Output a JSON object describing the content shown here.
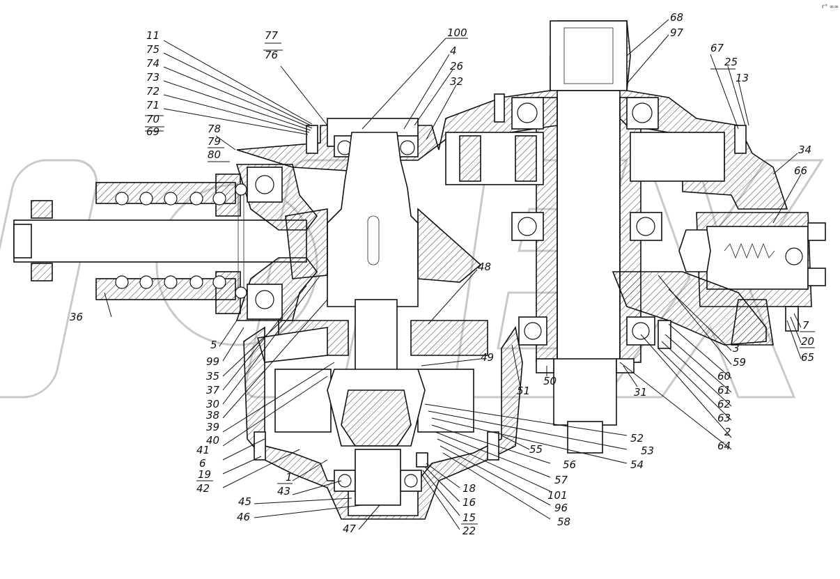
{
  "corner_mark": "г° ∞∞",
  "watermark": "ОРЕХ",
  "callouts": [
    {
      "id": "11",
      "text": "11"
    },
    {
      "id": "75",
      "text": "75"
    },
    {
      "id": "74",
      "text": "74"
    },
    {
      "id": "73",
      "text": "73"
    },
    {
      "id": "72",
      "text": "72"
    },
    {
      "id": "71",
      "text": "71"
    },
    {
      "id": "70",
      "text": "70"
    },
    {
      "id": "69",
      "text": "69"
    },
    {
      "id": "78",
      "text": "78"
    },
    {
      "id": "79",
      "text": "79"
    },
    {
      "id": "80",
      "text": "80"
    },
    {
      "id": "77",
      "text": "77"
    },
    {
      "id": "76",
      "text": "76"
    },
    {
      "id": "100",
      "text": "100"
    },
    {
      "id": "4",
      "text": "4"
    },
    {
      "id": "26",
      "text": "26"
    },
    {
      "id": "32",
      "text": "32"
    },
    {
      "id": "68",
      "text": "68"
    },
    {
      "id": "97",
      "text": "97"
    },
    {
      "id": "67",
      "text": "67"
    },
    {
      "id": "25",
      "text": "25"
    },
    {
      "id": "13",
      "text": "13"
    },
    {
      "id": "34",
      "text": "34"
    },
    {
      "id": "66",
      "text": "66"
    },
    {
      "id": "48",
      "text": "48"
    },
    {
      "id": "36",
      "text": "36"
    },
    {
      "id": "5",
      "text": "5"
    },
    {
      "id": "99",
      "text": "99"
    },
    {
      "id": "35",
      "text": "35"
    },
    {
      "id": "37",
      "text": "37"
    },
    {
      "id": "30",
      "text": "30"
    },
    {
      "id": "38",
      "text": "38"
    },
    {
      "id": "39",
      "text": "39"
    },
    {
      "id": "40",
      "text": "40"
    },
    {
      "id": "41",
      "text": "41"
    },
    {
      "id": "6",
      "text": "6"
    },
    {
      "id": "19",
      "text": "19"
    },
    {
      "id": "42",
      "text": "42"
    },
    {
      "id": "1",
      "text": "1"
    },
    {
      "id": "43",
      "text": "43"
    },
    {
      "id": "45",
      "text": "45"
    },
    {
      "id": "46",
      "text": "46"
    },
    {
      "id": "47",
      "text": "47"
    },
    {
      "id": "49",
      "text": "49"
    },
    {
      "id": "51",
      "text": "51"
    },
    {
      "id": "50",
      "text": "50"
    },
    {
      "id": "31",
      "text": "31"
    },
    {
      "id": "7",
      "text": "7"
    },
    {
      "id": "20",
      "text": "20"
    },
    {
      "id": "65",
      "text": "65"
    },
    {
      "id": "3",
      "text": "3"
    },
    {
      "id": "59",
      "text": "59"
    },
    {
      "id": "60",
      "text": "60"
    },
    {
      "id": "61",
      "text": "61"
    },
    {
      "id": "62",
      "text": "62"
    },
    {
      "id": "63",
      "text": "63"
    },
    {
      "id": "2",
      "text": "2"
    },
    {
      "id": "64",
      "text": "64"
    },
    {
      "id": "52",
      "text": "52"
    },
    {
      "id": "53",
      "text": "53"
    },
    {
      "id": "54",
      "text": "54"
    },
    {
      "id": "55",
      "text": "55"
    },
    {
      "id": "56",
      "text": "56"
    },
    {
      "id": "57",
      "text": "57"
    },
    {
      "id": "101",
      "text": "101"
    },
    {
      "id": "96",
      "text": "96"
    },
    {
      "id": "58",
      "text": "58"
    },
    {
      "id": "18",
      "text": "18"
    },
    {
      "id": "16",
      "text": "16"
    },
    {
      "id": "15",
      "text": "15"
    },
    {
      "id": "22",
      "text": "22"
    }
  ]
}
